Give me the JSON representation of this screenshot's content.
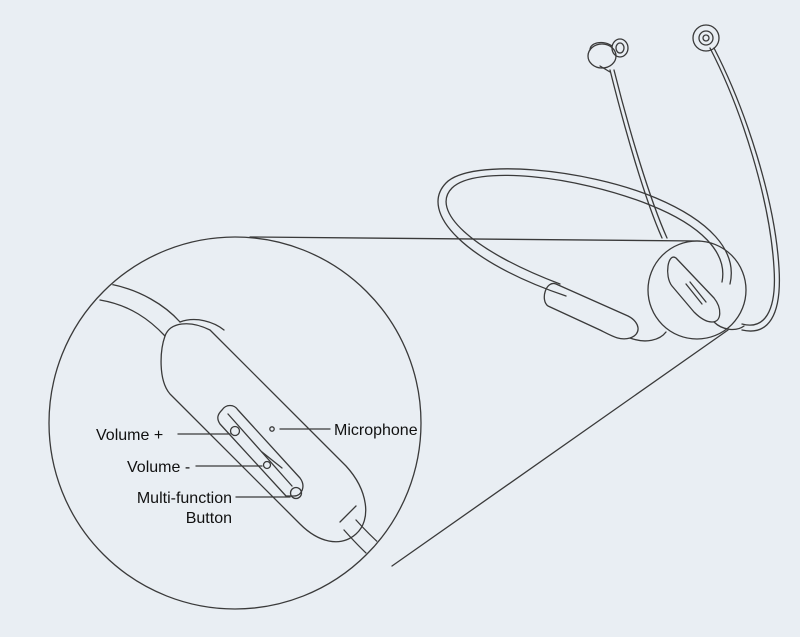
{
  "colors": {
    "background": "#e9eef3",
    "line": "#3a3a3a"
  },
  "icons": [
    "earbud-icon",
    "control-pod-icon",
    "magnifier-circle"
  ],
  "labels": {
    "volume_plus": "Volume +",
    "volume_minus": "Volume -",
    "multi_function_line1": "Multi-function",
    "multi_function_line2": "Button",
    "microphone": "Microphone"
  }
}
